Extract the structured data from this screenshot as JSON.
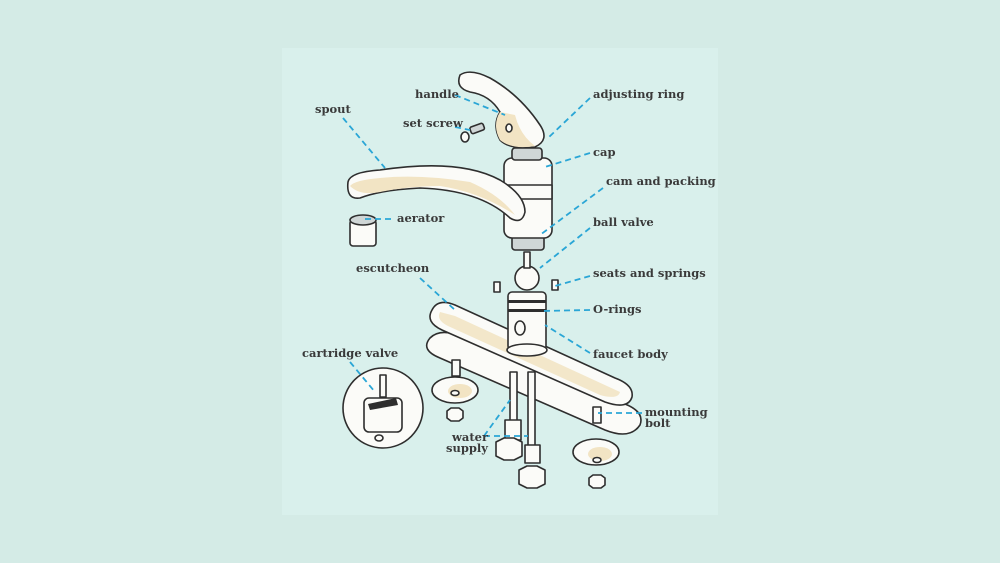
{
  "diagram": {
    "title": "Ball faucet exploded view",
    "colors": {
      "background": "#d4ebe6",
      "panel": "#d9f0ec",
      "leader": "#2aa6d6",
      "accent": "#f2e4c4",
      "outline": "#2e2e2e"
    },
    "labels": {
      "handle": "handle",
      "adjusting_ring": "adjusting ring",
      "spout": "spout",
      "set_screw": "set screw",
      "cap": "cap",
      "cam_and_packing": "cam and packing",
      "aerator": "aerator",
      "ball_valve": "ball valve",
      "escutcheon": "escutcheon",
      "seats_and_springs": "seats and springs",
      "o_rings": "O-rings",
      "faucet_body": "faucet body",
      "cartridge_valve": "cartridge valve",
      "mounting_bolt_1": "mounting",
      "mounting_bolt_2": "bolt",
      "water_supply_1": "water",
      "water_supply_2": "supply"
    }
  }
}
